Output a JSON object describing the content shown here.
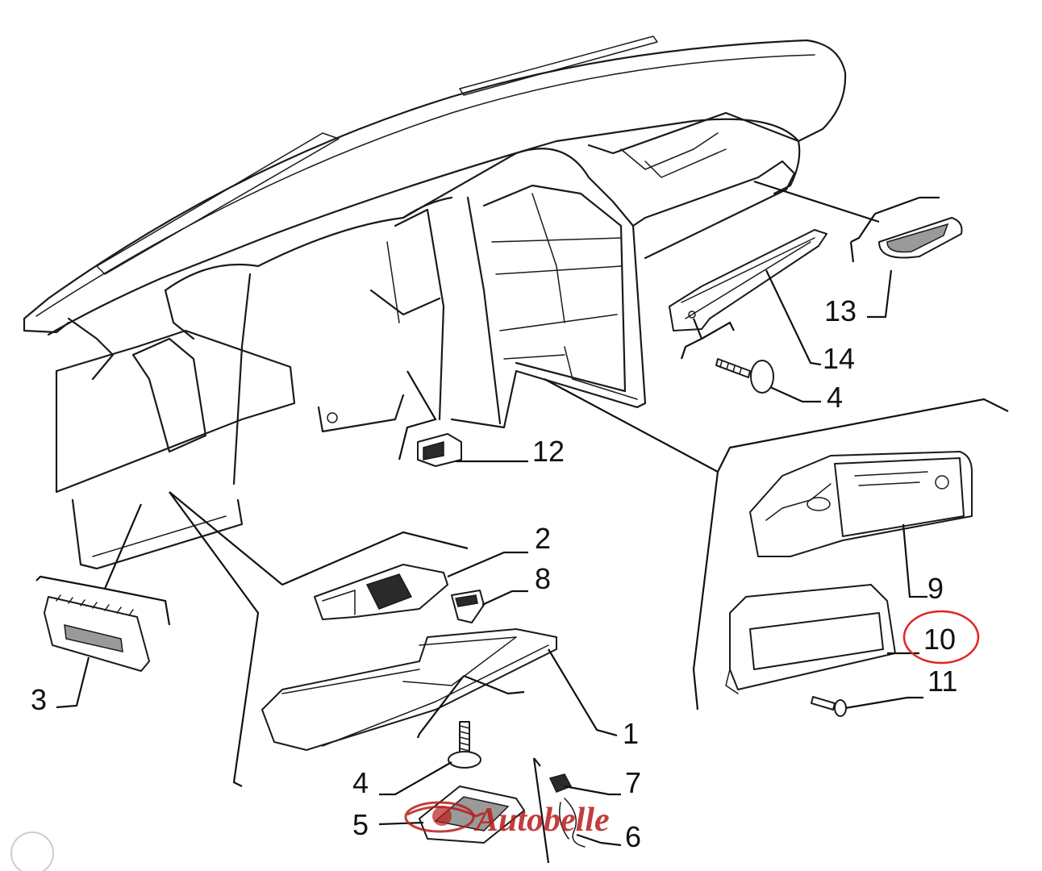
{
  "callouts": [
    {
      "id": "c1",
      "label": "1"
    },
    {
      "id": "c2",
      "label": "2"
    },
    {
      "id": "c3",
      "label": "3"
    },
    {
      "id": "c4a",
      "label": "4"
    },
    {
      "id": "c4b",
      "label": "4"
    },
    {
      "id": "c5",
      "label": "5"
    },
    {
      "id": "c6",
      "label": "6"
    },
    {
      "id": "c7",
      "label": "7"
    },
    {
      "id": "c8",
      "label": "8"
    },
    {
      "id": "c9",
      "label": "9"
    },
    {
      "id": "c10",
      "label": "10"
    },
    {
      "id": "c11",
      "label": "11"
    },
    {
      "id": "c12",
      "label": "12"
    },
    {
      "id": "c13",
      "label": "13"
    },
    {
      "id": "c14",
      "label": "14"
    }
  ],
  "highlight": {
    "target": "10",
    "color": "#e02424"
  },
  "watermark": {
    "text": "Autobelle",
    "color": "#b91c1c"
  }
}
